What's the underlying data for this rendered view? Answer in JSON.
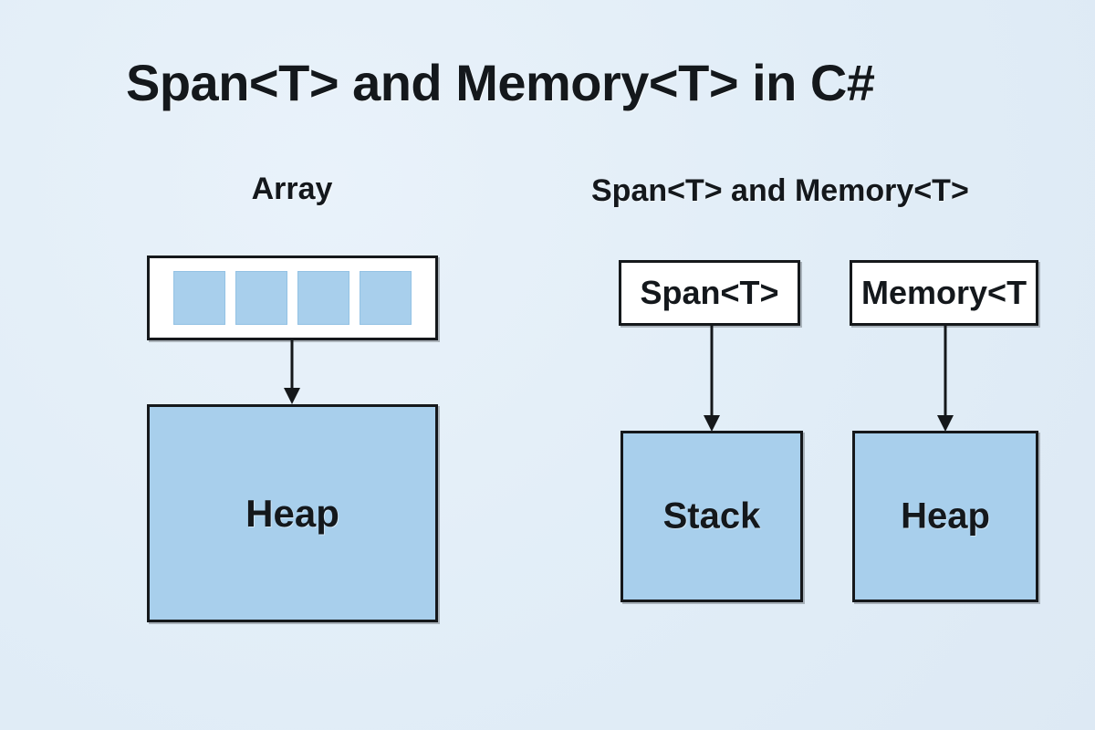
{
  "title": "Span<T> and Memory<T> in C#",
  "theme": {
    "background": "#e1edf7",
    "box_fill_blue": "#a8cfec",
    "box_fill_white": "#ffffff",
    "stroke": "#15181b",
    "text": "#14181c"
  },
  "sections": {
    "left": {
      "heading": "Array",
      "container": {
        "label": "",
        "cells": [
          "",
          "",
          "",
          ""
        ],
        "cell_count": 4
      },
      "target": {
        "label": "Heap"
      },
      "arrow": {
        "from": "array-box",
        "to": "heap-box-left",
        "direction": "down"
      }
    },
    "right": {
      "heading": "Span<T> and Memory<T>",
      "nodes": [
        {
          "label": "Span<T>",
          "target": "Stack"
        },
        {
          "label": "Memory<T",
          "target": "Heap"
        }
      ],
      "arrows": [
        {
          "from": "span-box",
          "to": "stack-box",
          "direction": "down"
        },
        {
          "from": "memory-box",
          "to": "heap-box-right",
          "direction": "down"
        }
      ]
    }
  }
}
